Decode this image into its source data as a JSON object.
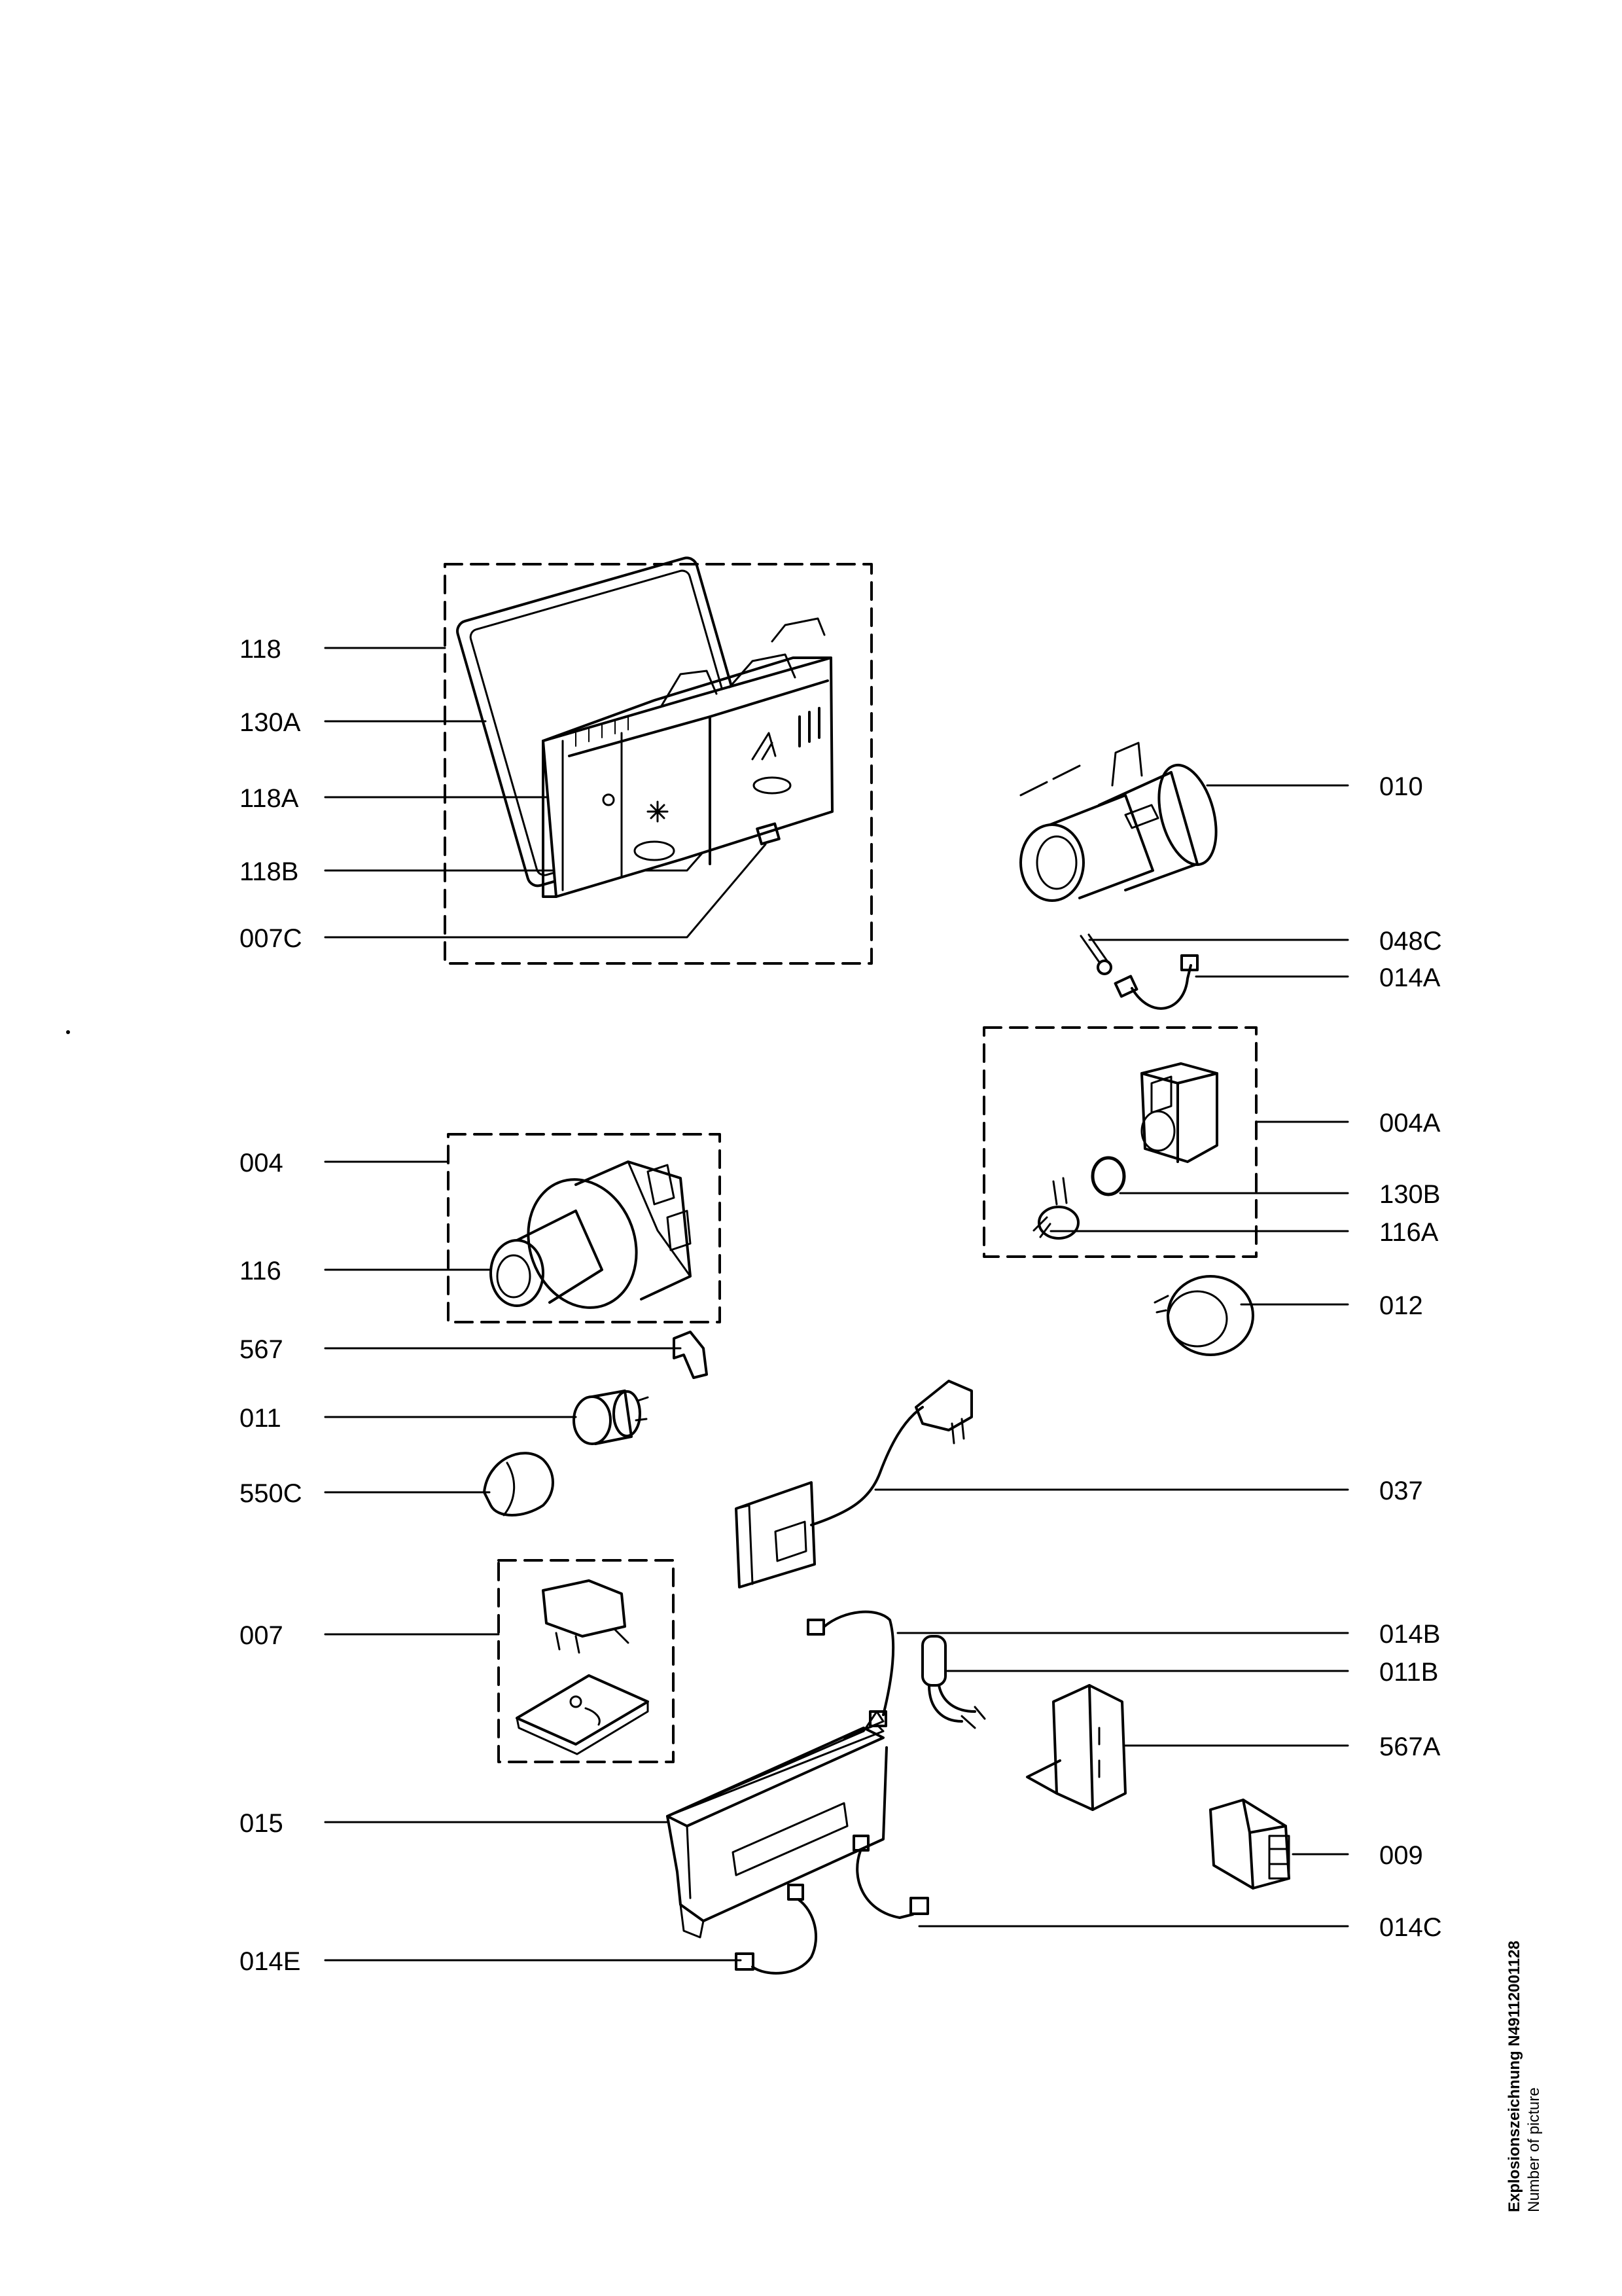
{
  "callouts": [
    {
      "id": "118"
    },
    {
      "id": "130A"
    },
    {
      "id": "118A"
    },
    {
      "id": "118B"
    },
    {
      "id": "007C"
    },
    {
      "id": "004"
    },
    {
      "id": "116"
    },
    {
      "id": "567"
    },
    {
      "id": "011"
    },
    {
      "id": "550C"
    },
    {
      "id": "007"
    },
    {
      "id": "015"
    },
    {
      "id": "014E"
    },
    {
      "id": "010"
    },
    {
      "id": "048C"
    },
    {
      "id": "014A"
    },
    {
      "id": "004A"
    },
    {
      "id": "130B"
    },
    {
      "id": "116A"
    },
    {
      "id": "012"
    },
    {
      "id": "037"
    },
    {
      "id": "014B"
    },
    {
      "id": "011B"
    },
    {
      "id": "567A"
    },
    {
      "id": "009"
    },
    {
      "id": "014C"
    }
  ],
  "caption": {
    "line1": "Explosionszeichnung N49112001128",
    "line2": "Number of picture"
  }
}
